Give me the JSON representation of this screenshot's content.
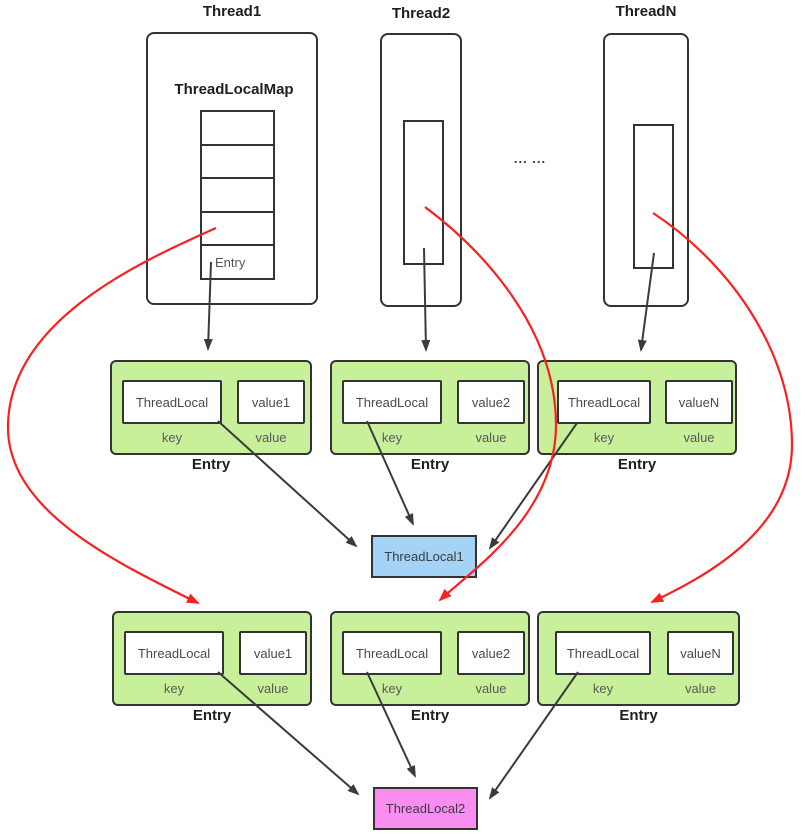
{
  "threads": {
    "thread1": {
      "title": "Thread1",
      "map_title": "ThreadLocalMap",
      "entry_slot_label": "Entry"
    },
    "thread2": {
      "title": "Thread2"
    },
    "threadN": {
      "title": "ThreadN"
    },
    "ellipsis": "... ..."
  },
  "middle_row": {
    "entries": [
      {
        "key_text": "ThreadLocal",
        "value_text": "value1",
        "key_caption": "key",
        "value_caption": "value",
        "caption": "Entry"
      },
      {
        "key_text": "ThreadLocal",
        "value_text": "value2",
        "key_caption": "key",
        "value_caption": "value",
        "caption": "Entry"
      },
      {
        "key_text": "ThreadLocal",
        "value_text": "valueN",
        "key_caption": "key",
        "value_caption": "value",
        "caption": "Entry"
      }
    ]
  },
  "bottom_row": {
    "entries": [
      {
        "key_text": "ThreadLocal",
        "value_text": "value1",
        "key_caption": "key",
        "value_caption": "value",
        "caption": "Entry"
      },
      {
        "key_text": "ThreadLocal",
        "value_text": "value2",
        "key_caption": "key",
        "value_caption": "value",
        "caption": "Entry"
      },
      {
        "key_text": "ThreadLocal",
        "value_text": "valueN",
        "key_caption": "key",
        "value_caption": "value",
        "caption": "Entry"
      }
    ]
  },
  "shared": {
    "threadlocal1": "ThreadLocal1",
    "threadlocal2": "ThreadLocal2"
  },
  "colors": {
    "entry_green": "#c8f09a",
    "threadlocal1_blue": "#a4d3f5",
    "threadlocal2_pink": "#f98df2",
    "reference_red": "#fa2020",
    "arrow_dark": "#3b3b3b",
    "border_dark": "#333333"
  }
}
